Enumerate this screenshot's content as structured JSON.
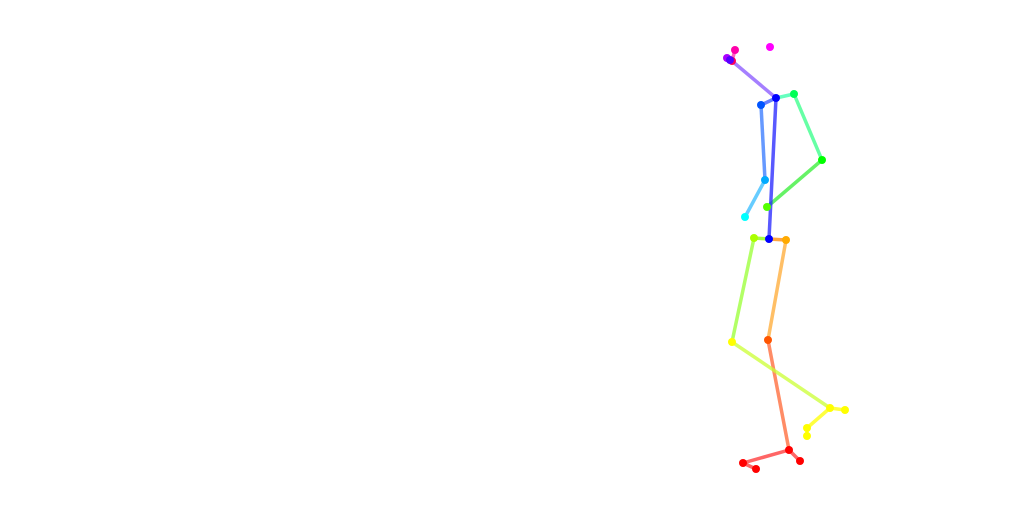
{
  "figure": {
    "type": "pose-skeleton",
    "background": "#ffffff",
    "keypoint_count": 25,
    "joint_names": [
      "nose",
      "neck",
      "right-shoulder",
      "right-elbow",
      "right-wrist",
      "left-shoulder",
      "left-elbow",
      "left-wrist",
      "mid-hip",
      "right-hip",
      "right-knee",
      "right-ankle",
      "left-hip",
      "left-knee",
      "left-ankle",
      "right-eye",
      "left-eye",
      "right-ear",
      "left-ear",
      "left-big-toe",
      "left-small-toe",
      "left-heel",
      "right-big-toe",
      "right-small-toe",
      "right-heel"
    ],
    "joint_colors": [
      "#ff0055",
      "#0000ff",
      "#0055ff",
      "#00aaff",
      "#00ffff",
      "#00ff55",
      "#00ff00",
      "#55ff00",
      "#0000ff",
      "#ffaa00",
      "#ff5500",
      "#ff0000",
      "#aaff00",
      "#ffff00",
      "#ffff00",
      "#ff00aa",
      "#aa00ff",
      "#ff00ff",
      "#5500ff",
      "#ffff00",
      "#ffff00",
      "#ffff00",
      "#ff0000",
      "#ff0000",
      "#ff0000"
    ],
    "bones": [
      {
        "from": 1,
        "to": 0,
        "color": "#8855ff"
      },
      {
        "from": 1,
        "to": 2,
        "color": "#3355ff"
      },
      {
        "from": 2,
        "to": 3,
        "color": "#3377ff"
      },
      {
        "from": 3,
        "to": 4,
        "color": "#33bbff"
      },
      {
        "from": 1,
        "to": 5,
        "color": "#33ffaa"
      },
      {
        "from": 5,
        "to": 6,
        "color": "#33ff88"
      },
      {
        "from": 6,
        "to": 7,
        "color": "#33ee33"
      },
      {
        "from": 1,
        "to": 8,
        "color": "#2222ff"
      },
      {
        "from": 8,
        "to": 9,
        "color": "#ff8800"
      },
      {
        "from": 9,
        "to": 10,
        "color": "#ffaa33"
      },
      {
        "from": 10,
        "to": 11,
        "color": "#ff6633"
      },
      {
        "from": 8,
        "to": 12,
        "color": "#88ff00"
      },
      {
        "from": 12,
        "to": 13,
        "color": "#99ff33"
      },
      {
        "from": 13,
        "to": 14,
        "color": "#ccff33"
      },
      {
        "from": 0,
        "to": 15,
        "color": "#ff33aa"
      },
      {
        "from": 0,
        "to": 16,
        "color": "#aa33ff"
      },
      {
        "from": 14,
        "to": 19,
        "color": "#ffff00"
      },
      {
        "from": 14,
        "to": 21,
        "color": "#ffff00"
      },
      {
        "from": 19,
        "to": 20,
        "color": "#ffff00"
      },
      {
        "from": 11,
        "to": 22,
        "color": "#ff3333"
      },
      {
        "from": 22,
        "to": 23,
        "color": "#ff3333"
      },
      {
        "from": 11,
        "to": 24,
        "color": "#ff3333"
      }
    ]
  }
}
